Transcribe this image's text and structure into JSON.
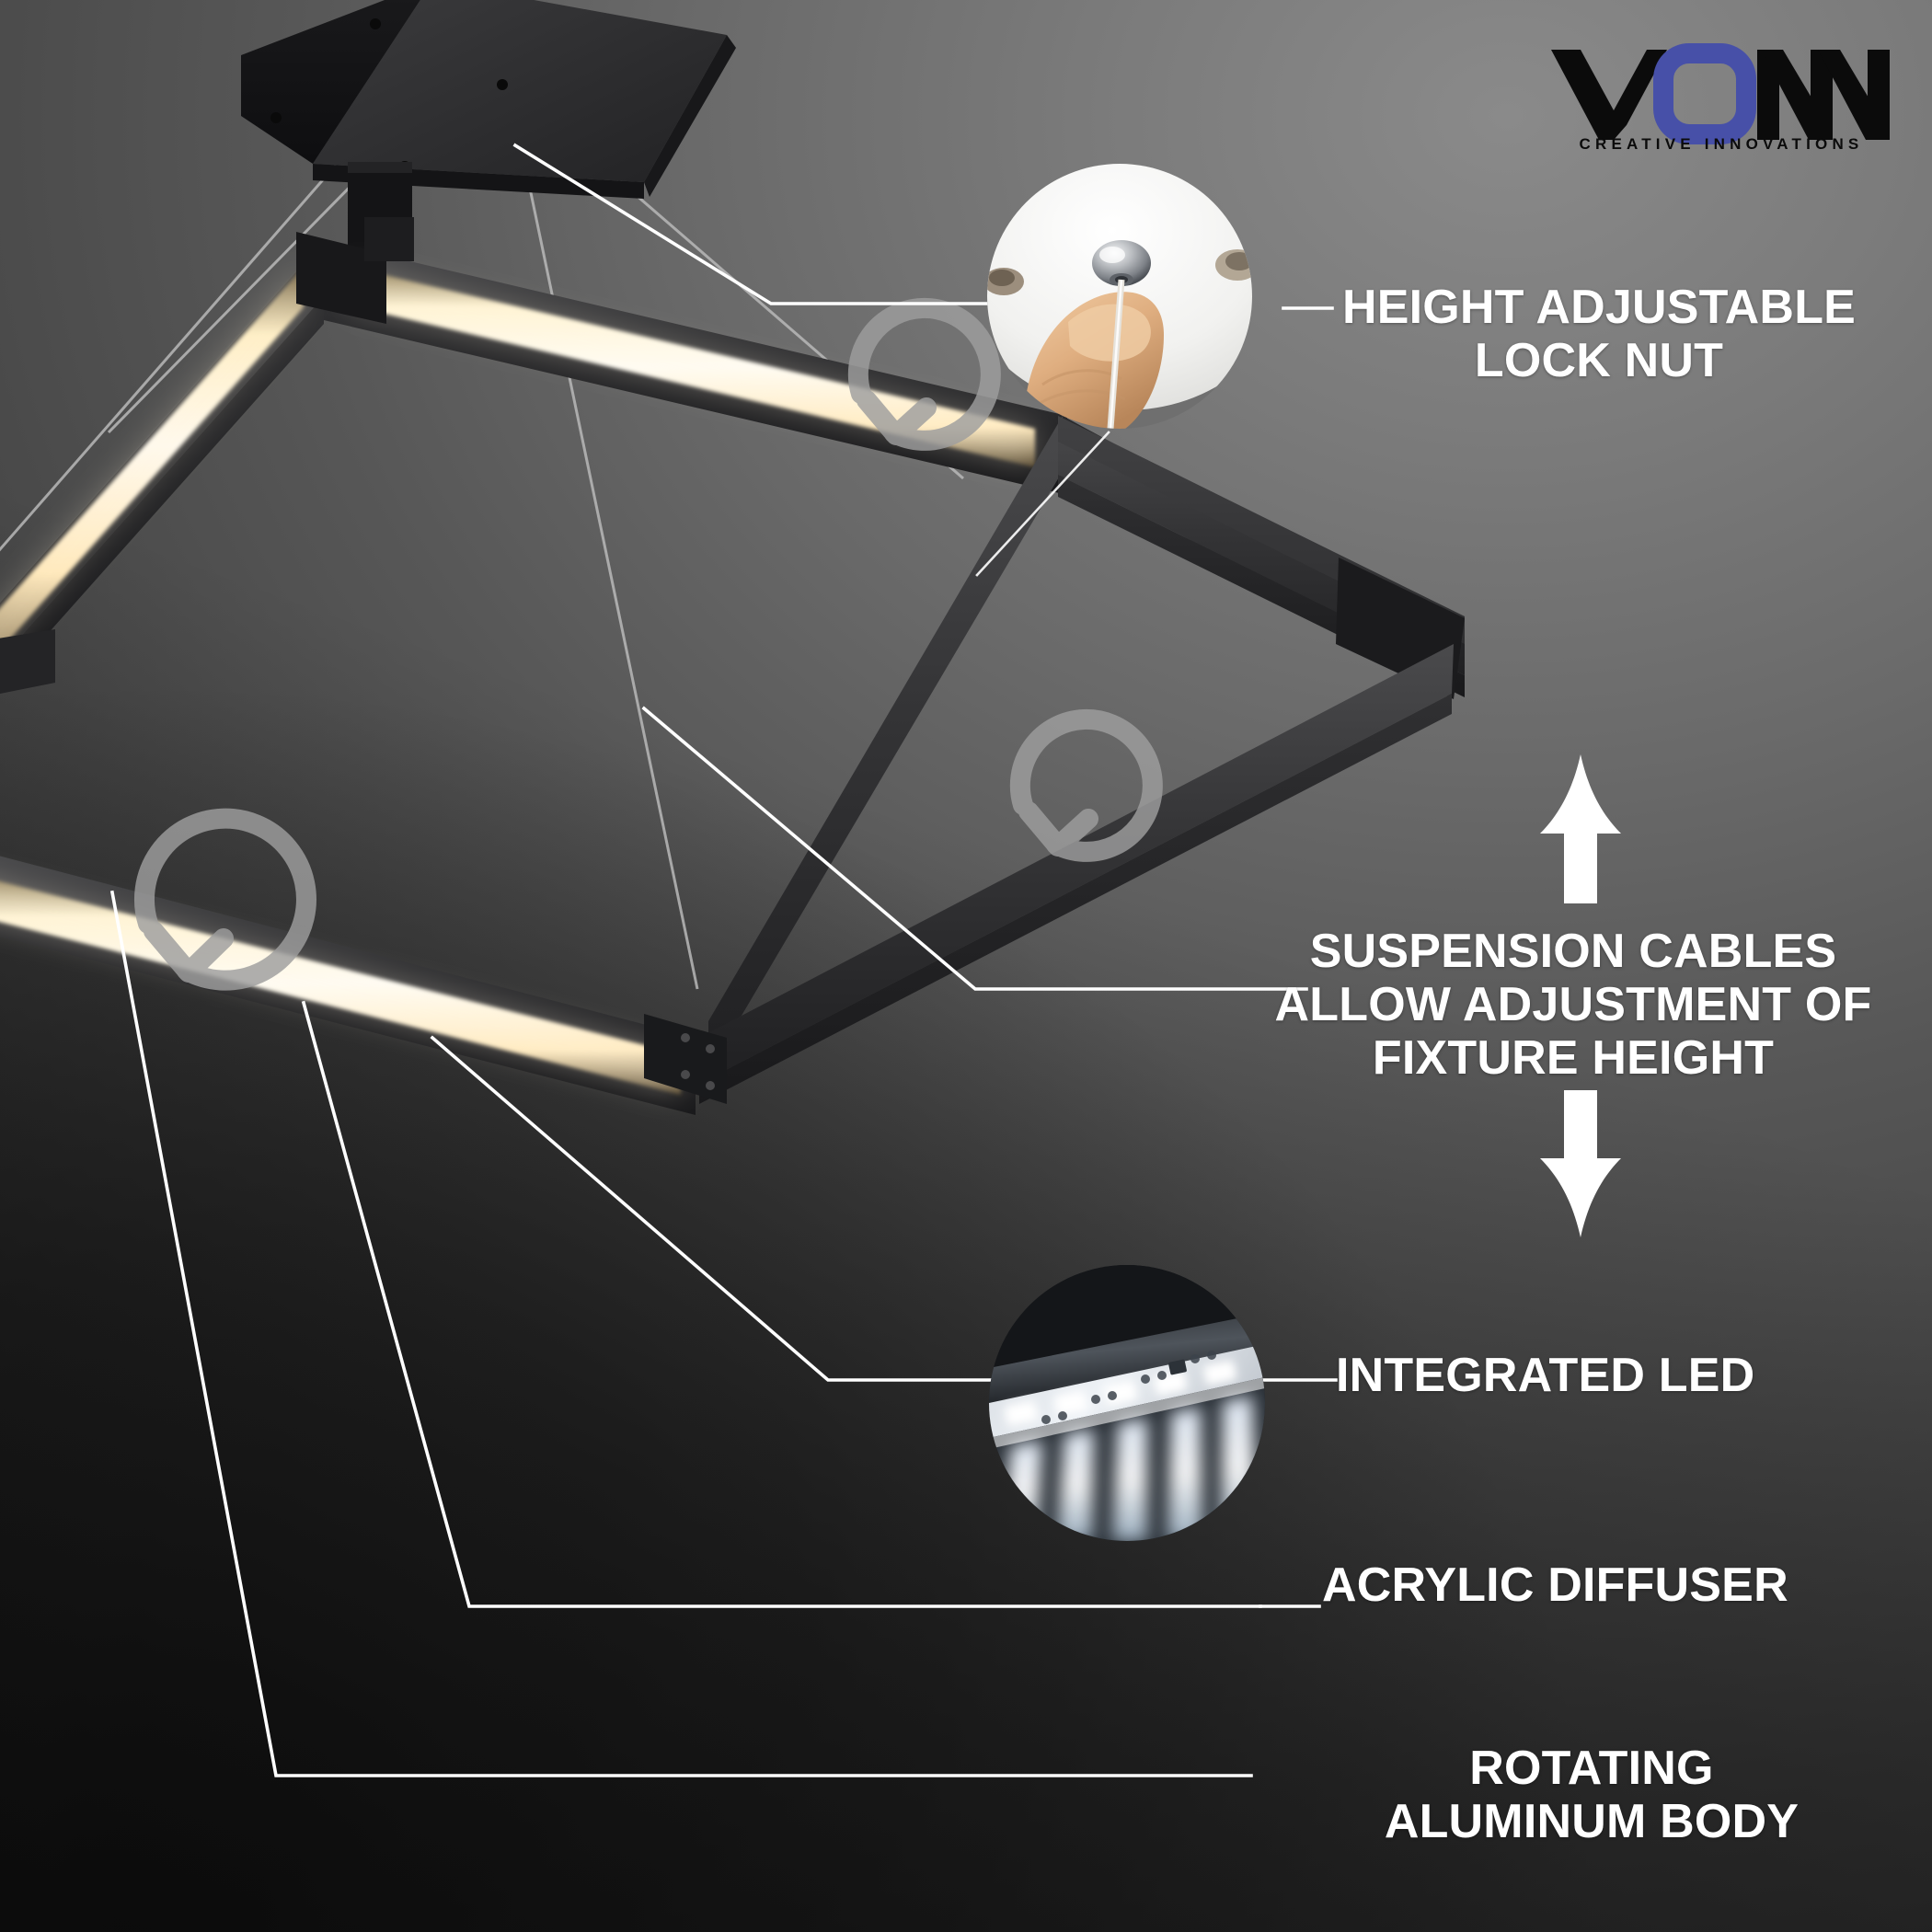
{
  "brand": {
    "name": "VONN",
    "name_parts": {
      "v": "V",
      "o": "O",
      "nn": "NN"
    },
    "tagline": "CREATIVE INNOVATIONS",
    "accent_color": "#4750A8",
    "logo_color": "#0B0B0B"
  },
  "product": {
    "type": "square-led-pendant-chandelier",
    "body_color": "#2A2A2C",
    "led_glow_color": "#FFF2D6"
  },
  "callouts": [
    {
      "id": "height-adjustable-lock-nut",
      "lines": [
        "HEIGHT ADJUSTABLE",
        "LOCK NUT"
      ],
      "text": "HEIGHT ADJUSTABLE\nLOCK NUT",
      "align": "center",
      "has_inset_photo": true,
      "inset_photo": "lock-nut-closeup"
    },
    {
      "id": "suspension-cables",
      "lines": [
        "SUSPENSION CABLES",
        "ALLOW ADJUSTMENT OF",
        "FIXTURE HEIGHT"
      ],
      "text": "SUSPENSION CABLES\nALLOW ADJUSTMENT OF\nFIXTURE HEIGHT",
      "align": "center",
      "has_inset_photo": false,
      "arrows": [
        "up-arrow",
        "down-arrow"
      ]
    },
    {
      "id": "integrated-led",
      "lines": [
        "INTEGRATED LED"
      ],
      "text": "INTEGRATED LED",
      "align": "left",
      "has_inset_photo": true,
      "inset_photo": "led-strip-closeup"
    },
    {
      "id": "acrylic-diffuser",
      "lines": [
        "ACRYLIC DIFFUSER"
      ],
      "text": "ACRYLIC DIFFUSER",
      "align": "left",
      "has_inset_photo": false
    },
    {
      "id": "rotating-aluminum-body",
      "lines": [
        "ROTATING",
        "ALUMINUM BODY"
      ],
      "text": "ROTATING\nALUMINUM BODY",
      "align": "center",
      "has_inset_photo": false
    }
  ],
  "icons": {
    "rotation": {
      "name": "rotation-arrow-icon",
      "count": 3,
      "color": "#9A9A9A"
    },
    "up_arrow": {
      "name": "up-arrow-icon",
      "color": "#FFFFFF"
    },
    "down_arrow": {
      "name": "down-arrow-icon",
      "color": "#FFFFFF"
    }
  },
  "background": {
    "gradient_from": "#8A8A8A",
    "gradient_to": "#242424"
  }
}
